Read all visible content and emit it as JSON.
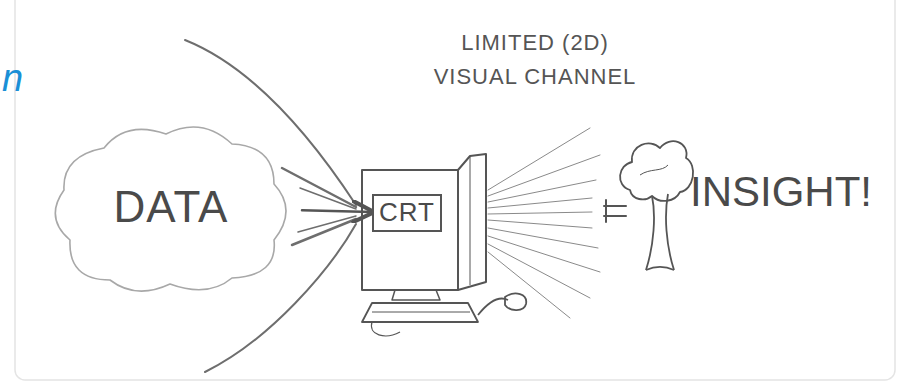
{
  "diagram": {
    "nodes": [
      {
        "text": [
          "DATA"
        ]
      },
      {
        "text": [
          "CRT"
        ]
      }
    ],
    "edges": [
      {
        "from": 0,
        "to": 1,
        "arrow": "to"
      }
    ],
    "labels": [
      "LIMITED (2D) VISUAL CHANNEL",
      "INSIGHT!",
      "n"
    ]
  }
}
